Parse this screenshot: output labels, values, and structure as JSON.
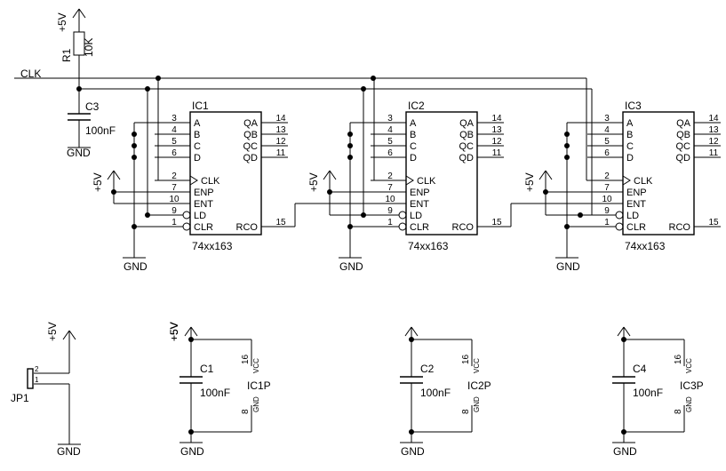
{
  "labels": {
    "clk": "CLK",
    "vcc": "+5V",
    "gnd": "GND",
    "r1_name": "R1",
    "r1_value": "10K",
    "c3_name": "C3",
    "c3_value": "100nF",
    "jp1": "JP1",
    "jp_pin1": "1",
    "jp_pin2": "2"
  },
  "chip_part": "74xx163",
  "chips": [
    {
      "name": "IC1"
    },
    {
      "name": "IC2"
    },
    {
      "name": "IC3"
    }
  ],
  "left_pins": [
    {
      "num": "3",
      "name": "A"
    },
    {
      "num": "4",
      "name": "B"
    },
    {
      "num": "5",
      "name": "C"
    },
    {
      "num": "6",
      "name": "D"
    },
    {
      "num": "2",
      "name": "CLK"
    },
    {
      "num": "7",
      "name": "ENP"
    },
    {
      "num": "10",
      "name": "ENT"
    },
    {
      "num": "9",
      "name": "LD"
    },
    {
      "num": "1",
      "name": "CLR"
    }
  ],
  "right_pins": [
    {
      "num": "14",
      "name": "QA"
    },
    {
      "num": "13",
      "name": "QB"
    },
    {
      "num": "12",
      "name": "QC"
    },
    {
      "num": "11",
      "name": "QD"
    },
    {
      "num": "15",
      "name": "RCO"
    }
  ],
  "power": [
    {
      "cap": "C1",
      "value": "100nF",
      "ic": "IC1P",
      "vcc_pin": "16",
      "vcc": "VCC",
      "gnd_pin": "8",
      "gnd": "GND"
    },
    {
      "cap": "C2",
      "value": "100nF",
      "ic": "IC2P",
      "vcc_pin": "16",
      "vcc": "VCC",
      "gnd_pin": "8",
      "gnd": "GND"
    },
    {
      "cap": "C4",
      "value": "100nF",
      "ic": "IC3P",
      "vcc_pin": "16",
      "vcc": "VCC",
      "gnd_pin": "8",
      "gnd": "GND"
    }
  ]
}
